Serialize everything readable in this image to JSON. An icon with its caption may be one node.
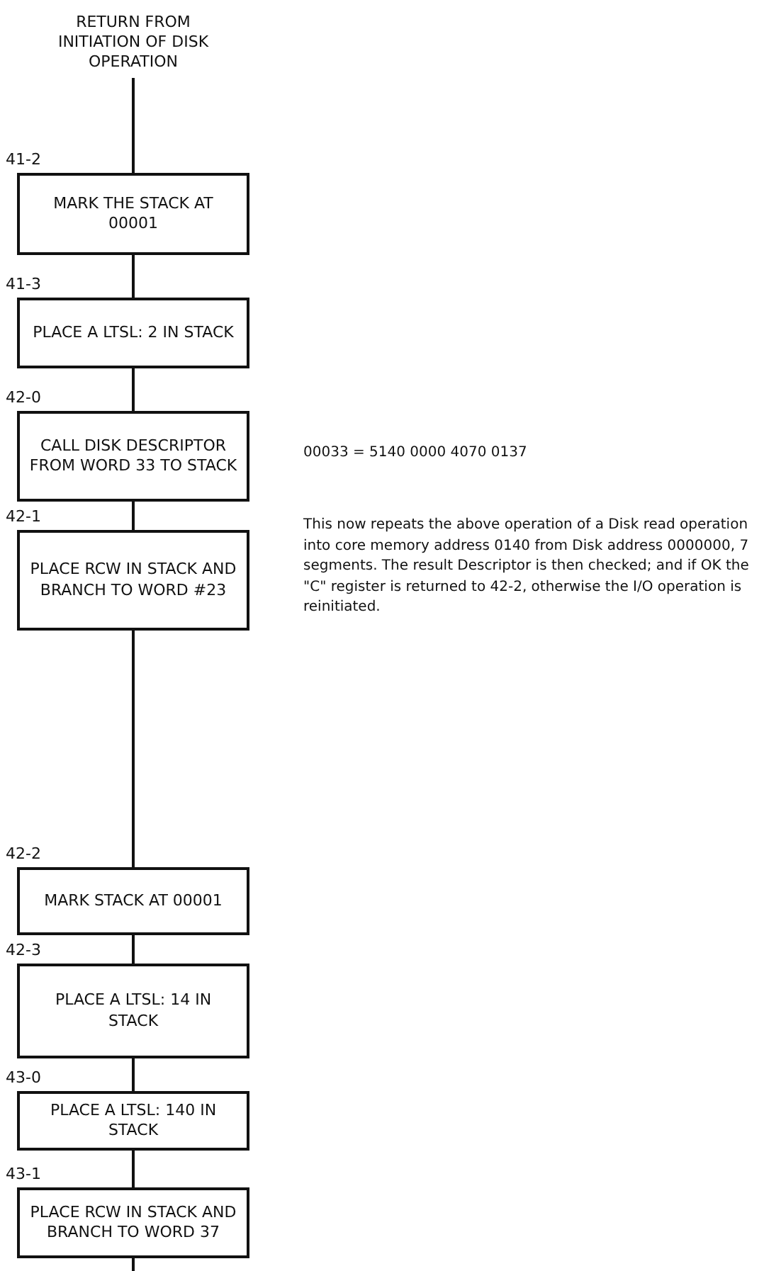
{
  "diagram": {
    "nodes": [
      {
        "text": [
          "RETURN FROM INITIATION OF DISK OPERATION"
        ]
      },
      {
        "text": [
          "MARK THE STACK AT 00001"
        ],
        "beside": [
          "41-2"
        ]
      },
      {
        "text": [
          "PLACE A LTSL: 2 IN STACK"
        ],
        "beside": [
          "41-3"
        ]
      },
      {
        "text": [
          "CALL DISK DESCRIPTOR FROM WORD 33 TO STACK"
        ],
        "beside": [
          "42-0"
        ]
      },
      {
        "text": [
          "PLACE RCW IN STACK AND BRANCH TO WORD #23"
        ],
        "beside": [
          "42-1"
        ]
      },
      {
        "text": [
          "MARK STACK AT 00001"
        ],
        "beside": [
          "42-2"
        ]
      },
      {
        "text": [
          "PLACE A LTSL: 14 IN STACK"
        ],
        "beside": [
          "42-3"
        ]
      },
      {
        "text": [
          "PLACE A LTSL: 140 IN STACK"
        ],
        "beside": [
          "43-0"
        ]
      },
      {
        "text": [
          "PLACE RCW IN STACK AND BRANCH TO WORD 37"
        ],
        "beside": [
          "43-1"
        ]
      }
    ],
    "edges": [
      {
        "from": 0,
        "to": 1,
        "arrow": "none"
      },
      {
        "from": 1,
        "to": 2,
        "arrow": "none"
      },
      {
        "from": 2,
        "to": 3,
        "arrow": "none"
      },
      {
        "from": 3,
        "to": 4,
        "arrow": "none"
      },
      {
        "from": 4,
        "to": 5,
        "arrow": "none"
      },
      {
        "from": 5,
        "to": 6,
        "arrow": "none"
      },
      {
        "from": 6,
        "to": 7,
        "arrow": "none"
      },
      {
        "from": 7,
        "to": 8,
        "arrow": "none"
      },
      {
        "from": 8,
        "to": null,
        "arrow": "none"
      }
    ],
    "labels": [
      "00033 = 5140 0000 4070 0137",
      "This now repeats the above operation of a Disk read operation into core memory address 0140 from Disk address 0000000, 7 segments.  The result Descriptor is then checked; and if OK the \"C\" register is returned to 42-2, otherwise the I/O operation is reinitiated."
    ]
  }
}
